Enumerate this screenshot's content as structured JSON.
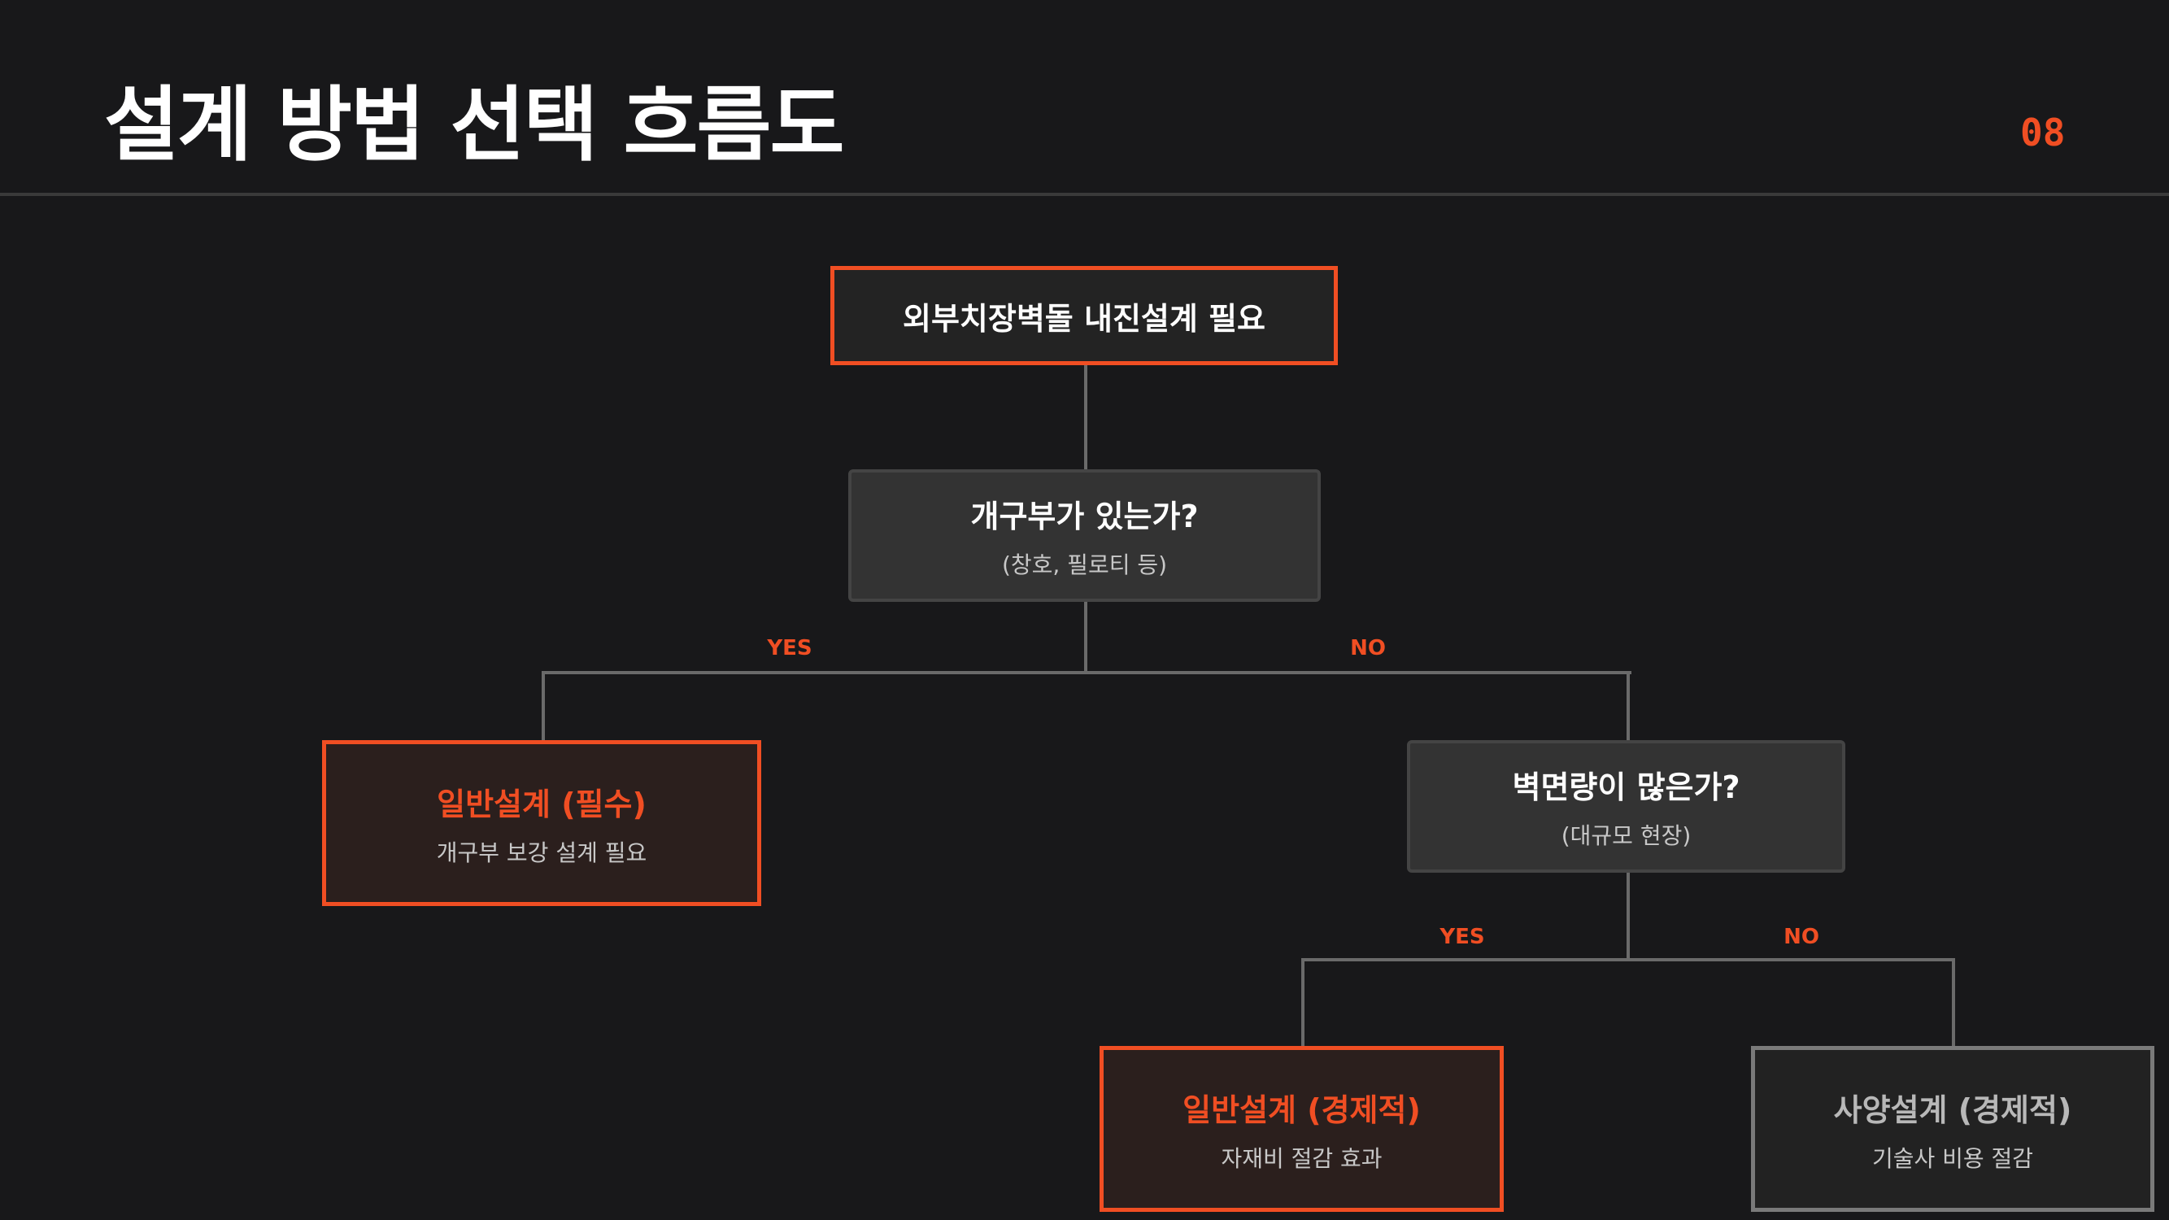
{
  "header": {
    "title": "설계 방법 선택 흐름도",
    "page_number": "08"
  },
  "flow": {
    "start": {
      "title": "외부치장벽돌 내진설계 필요"
    },
    "q1": {
      "title": "개구부가 있는가?",
      "sub": "(창호, 필로티 등)"
    },
    "q1_yes": "YES",
    "q1_no": "NO",
    "r1": {
      "title": "일반설계 (필수)",
      "sub": "개구부 보강 설계 필요"
    },
    "q2": {
      "title": "벽면량이 많은가?",
      "sub": "(대규모 현장)"
    },
    "q2_yes": "YES",
    "q2_no": "NO",
    "r2": {
      "title": "일반설계 (경제적)",
      "sub": "자재비 절감 효과"
    },
    "r3": {
      "title": "사양설계 (경제적)",
      "sub": "기술사 비용 절감"
    }
  },
  "colors": {
    "accent": "#f04e23",
    "background": "#18181a",
    "connector": "#6a6a6a"
  }
}
